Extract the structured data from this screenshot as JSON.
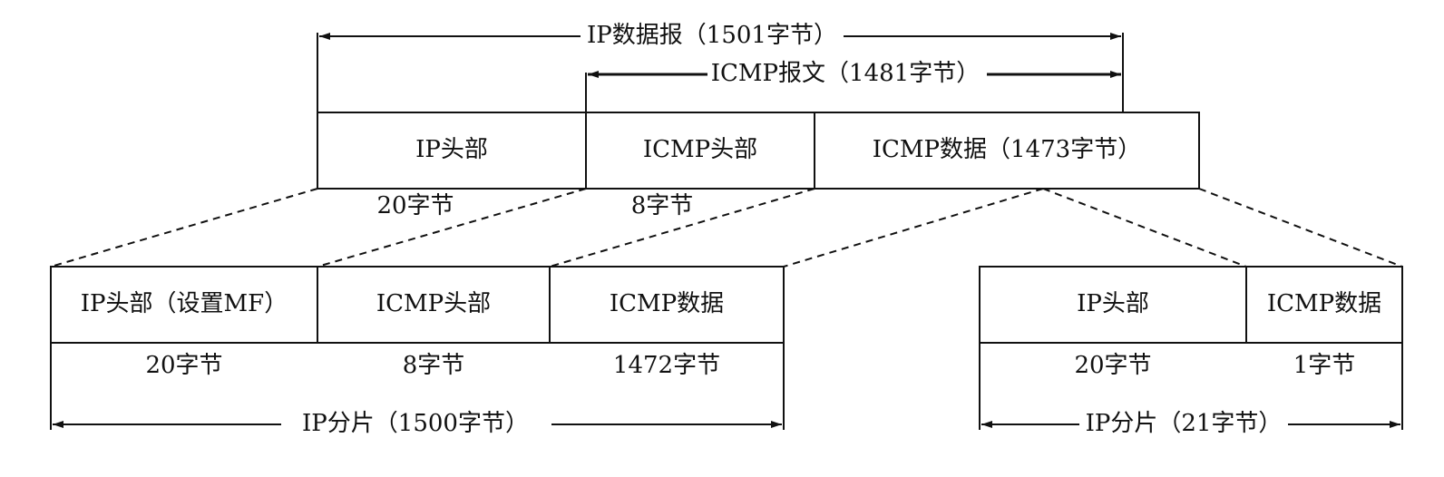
{
  "top": {
    "ip_datagram_label": "IP数据报（1501字节）",
    "icmp_message_label": "ICMP报文（1481字节）",
    "boxes": {
      "ip_header": "IP头部",
      "icmp_header": "ICMP头部",
      "icmp_data": "ICMP数据（1473字节）"
    },
    "sizes": {
      "ip_header": "20字节",
      "icmp_header": "8字节"
    }
  },
  "fragment1": {
    "boxes": {
      "ip_header": "IP头部（设置MF）",
      "icmp_header": "ICMP头部",
      "icmp_data": "ICMP数据"
    },
    "sizes": {
      "ip_header": "20字节",
      "icmp_header": "8字节",
      "icmp_data": "1472字节"
    },
    "span_label": "IP分片（1500字节）"
  },
  "fragment2": {
    "boxes": {
      "ip_header": "IP头部",
      "icmp_data": "ICMP数据"
    },
    "sizes": {
      "ip_header": "20字节",
      "icmp_data": "1字节"
    },
    "span_label": "IP分片（21字节）"
  }
}
